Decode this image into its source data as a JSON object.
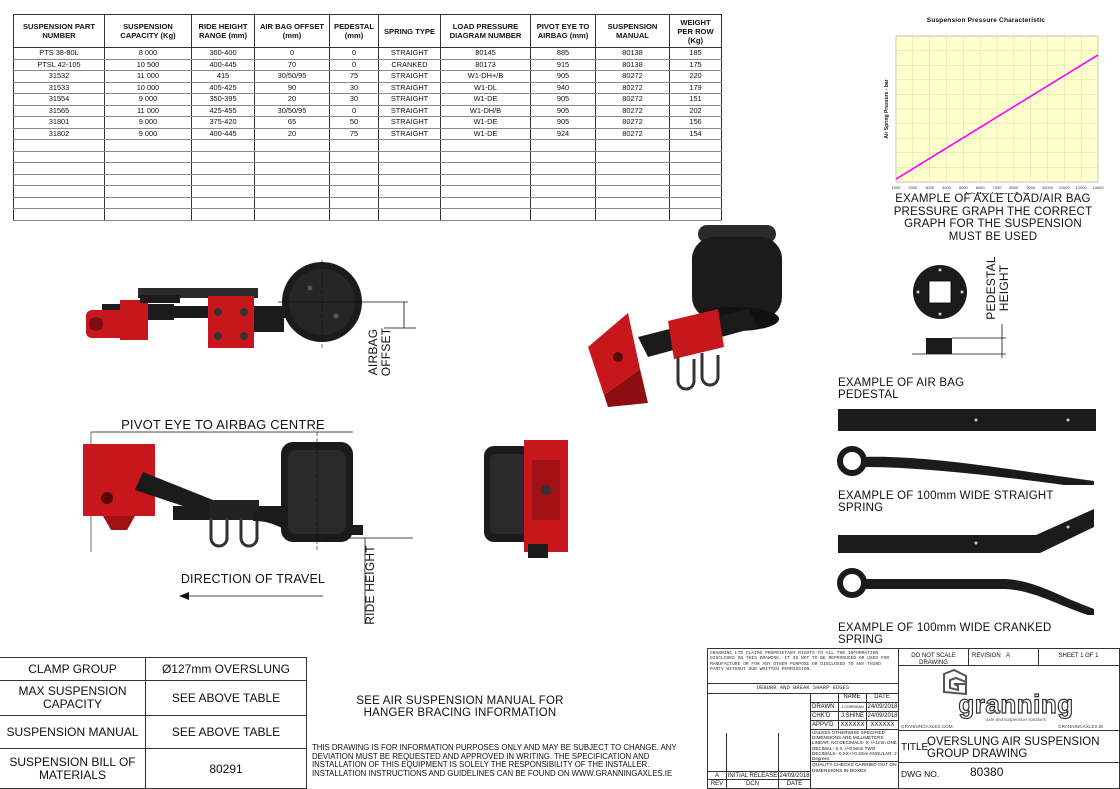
{
  "table": {
    "headers": [
      "SUSPENSION PART NUMBER",
      "SUSPENSION CAPACITY (Kg)",
      "RIDE HEIGHT RANGE (mm)",
      "AIR BAG OFFSET (mm)",
      "PEDESTAL (mm)",
      "SPRING TYPE",
      "LOAD PRESSURE DIAGRAM NUMBER",
      "PIVOT EYE TO AIRBAG (mm)",
      "SUSPENSION MANUAL",
      "WEIGHT PER ROW (Kg)"
    ],
    "rows": [
      [
        "PTS 38-80L",
        "8 000",
        "360-400",
        "0",
        "0",
        "STRAIGHT",
        "80145",
        "885",
        "80138",
        "185"
      ],
      [
        "PTSL 42-105",
        "10 500",
        "400-445",
        "70",
        "0",
        "CRANKED",
        "80173",
        "915",
        "80138",
        "175"
      ],
      [
        "31532",
        "11 000",
        "415",
        "30/50/95",
        "75",
        "STRAIGHT",
        "W1-DH+/B",
        "905",
        "80272",
        "220"
      ],
      [
        "31533",
        "10 000",
        "405-425",
        "90",
        "30",
        "STRAIGHT",
        "W1-DL",
        "940",
        "80272",
        "179"
      ],
      [
        "31554",
        "9 000",
        "350-395",
        "20",
        "30",
        "STRAIGHT",
        "W1-DE",
        "905",
        "80272",
        "151"
      ],
      [
        "31565",
        "11 000",
        "425-455",
        "30/50/95",
        "0",
        "STRAIGHT",
        "W1-DH/B",
        "905",
        "80272",
        "202"
      ],
      [
        "31801",
        "9 000",
        "375-420",
        "65",
        "50",
        "STRAIGHT",
        "W1-DE",
        "905",
        "80272",
        "156"
      ],
      [
        "31802",
        "9 000",
        "400-445",
        "20",
        "75",
        "STRAIGHT",
        "W1-DE",
        "924",
        "80272",
        "154"
      ]
    ],
    "empty_rows": 7
  },
  "chart_data": {
    "type": "line",
    "title": "Suspension Pressure Characteristic",
    "xlabel": "Axle Mass (at ground) - kg",
    "ylabel": "Air Spring Pressure - bar",
    "xlim": [
      1000,
      13000
    ],
    "x_ticks": [
      "1000",
      "2000",
      "3000",
      "4000",
      "5000",
      "6000",
      "7000",
      "8000",
      "9000",
      "10000",
      "11000",
      "12000",
      "13000"
    ],
    "grid": true,
    "background": "#ffffcc",
    "series": [
      {
        "color": "#ff00ff",
        "x": [
          1000,
          13000
        ],
        "y": [
          0.02,
          0.87
        ]
      }
    ]
  },
  "captions": {
    "graph_example": "EXAMPLE OF AXLE LOAD/AIR BAG PRESSURE GRAPH THE CORRECT GRAPH FOR THE SUSPENSION MUST BE USED",
    "pedestal_height": "PEDESTAL HEIGHT",
    "airbag_pedestal": "EXAMPLE OF AIR BAG PEDESTAL",
    "straight_spring": "EXAMPLE OF 100mm WIDE STRAIGHT SPRING",
    "cranked_spring": "EXAMPLE OF 100mm WIDE CRANKED SPRING",
    "airbag_offset": "AIRBAG OFFSET",
    "pivot_eye": "PIVOT EYE TO AIRBAG CENTRE",
    "direction": "DIRECTION OF TRAVEL",
    "ride_height": "RIDE HEIGHT",
    "manual_note": "SEE AIR SUSPENSION MANUAL FOR HANGER BRACING INFORMATION",
    "disclaimer": "THIS DRAWING IS FOR INFORMATION PURPOSES ONLY AND MAY BE SUBJECT TO CHANGE. ANY DEVIATION MUST BE REQUESTED AND APPROVED IN WRITING. THE SPECIFICATION AND INSTALLATION OF THIS EQUIPMENT IS SOLELY THE RESPONSIBILITY OF THE INSTALLER. INSTALLATION INSTRUCTIONS AND GUIDELINES CAN BE FOUND ON WWW.GRANNINGAXLES.IE"
  },
  "props": [
    {
      "label": "CLAMP GROUP",
      "value": "Ø127mm OVERSLUNG"
    },
    {
      "label": "MAX SUSPENSION CAPACITY",
      "value": "SEE ABOVE TABLE"
    },
    {
      "label": "SUSPENSION MANUAL",
      "value": "SEE ABOVE TABLE"
    },
    {
      "label": "SUSPENSION BILL OF MATERIALS",
      "value": "80291"
    }
  ],
  "title_block": {
    "rights": "GRANNING LTD CLAIMS PROPRIETARY RIGHTS TO ALL THE INFORMATION DISCLOSED ON THIS DRAWING. IT IS NOT TO BE REPRODUCED OR USED FOR MANUFACTURE OR FOR ANY OTHER PURPOSE OR DISCLOSED TO ANY THIRD PARTY WITHOUT OUR WRITTEN PERMISSION.",
    "deburr": "DEBURR AND BREAK SHARP EDGES",
    "name_hdr": "NAME",
    "date_hdr": "DATE",
    "drawn": "DRAWN",
    "drawn_name": "J.CORRIGAN",
    "drawn_date": "24/09/2018",
    "chkd": "CHK'D",
    "chkd_name": "J.SHINE",
    "chkd_date": "24/09/2018",
    "appvd": "APPV'D",
    "appvd_name": "XXXXXX",
    "appvd_date": "XXXXXX",
    "tolerances": "UNLESS OTHERWISE SPECIFIED DIMENSIONS ARE MILLIMETERS LINEAR: NO DECIMALS- X +/-1mm ONE DECIMAL- X.X +/-0.5mm TWO DECIMALS- X.XX+/-0.2mm ANGULAR: 2 Degrees",
    "quality": "QUALITY CHECKS CARRIED OUT ON DIMENSIONS IN BOXES",
    "rev_letter": "A",
    "rev_desc": "INITIAL RELEASE",
    "rev_date": "24/09/2018",
    "rev_hdr": "REV",
    "dcn_hdr": "DCN",
    "date_col_hdr": "DATE",
    "do_not_scale": "DO NOT SCALE DRAWING",
    "revision_label": "REVISION",
    "revision_value": "A",
    "sheet": "SHEET 1 OF 1",
    "brand": "granning",
    "brand_sub": "axle and suspension solutions",
    "web_left": "GRANNINGAXLES.COM",
    "web_right": "GRANNINGAXLES.IE",
    "title_label": "TITLE:",
    "title_value": "OVERSLUNG AIR SUSPENSION GROUP DRAWING",
    "dwg_label": "DWG NO.",
    "dwg_value": "80380"
  },
  "colors": {
    "red": "#c8161d",
    "black": "#1b1b1b",
    "magenta": "#ff00ff",
    "chart_bg": "#ffffcc"
  }
}
